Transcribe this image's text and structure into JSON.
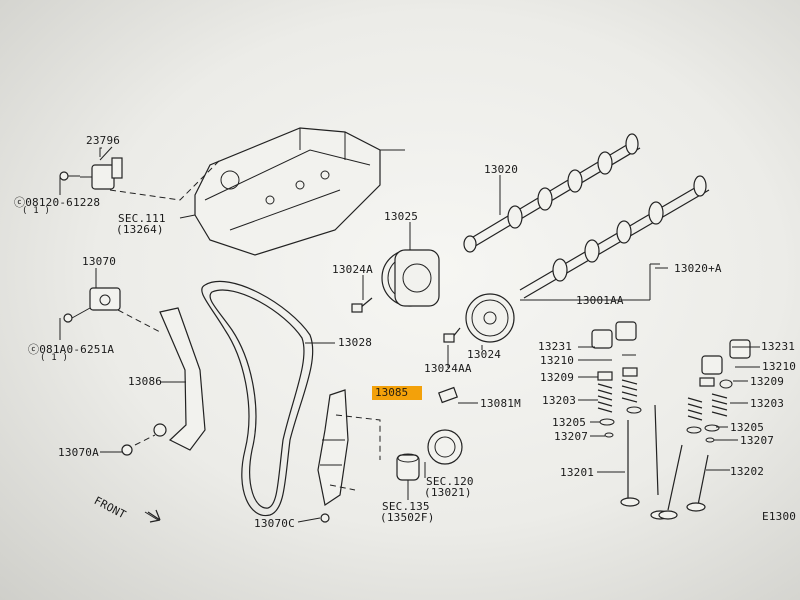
{
  "highlighted_part": "13085",
  "labels": {
    "p23796": "23796",
    "bolt1_code": "08120-61228",
    "bolt1_qty": "( 1 )",
    "sec111": "SEC.111",
    "sec111_ref": "(13264)",
    "p13020": "13020",
    "p13025": "13025",
    "p13070": "13070",
    "p13024a": "13024A",
    "p13020a": "13020+A",
    "p13001aa": "13001AA",
    "bolt2_code": "081A0-6251A",
    "bolt2_qty": "( 1 )",
    "p13028": "13028",
    "p13024aa": "13024AA",
    "p13024": "13024",
    "p13086": "13086",
    "p13231_l": "13231",
    "p13231_r": "13231",
    "p13210_l": "13210",
    "p13210_r": "13210",
    "p13209_l": "13209",
    "p13209_r": "13209",
    "p13081m": "13081M",
    "p13203_l": "13203",
    "p13203_r": "13203",
    "p13205_l": "13205",
    "p13205_r": "13205",
    "p13207_l": "13207",
    "p13207_r": "13207",
    "p13070a": "13070A",
    "sec120": "SEC.120",
    "sec120_ref": "(13021)",
    "p13201": "13201",
    "p13202": "13202",
    "front": "FRONT",
    "sec135": "SEC.135",
    "sec135_ref": "(13502F)",
    "p13070c": "13070C",
    "diagram_code": "E1300"
  }
}
